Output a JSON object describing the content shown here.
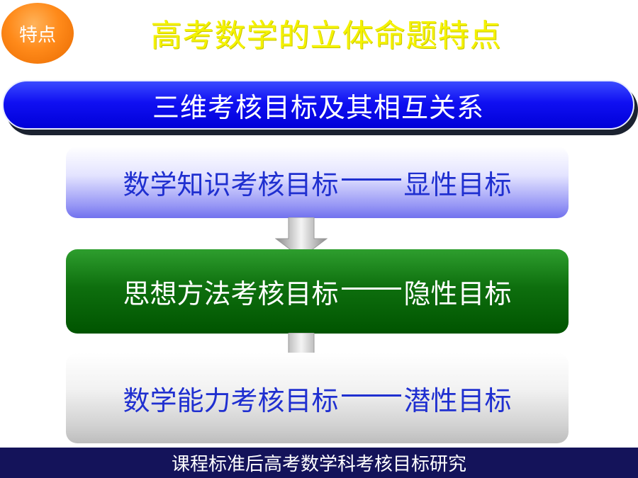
{
  "badge": {
    "label": "特点",
    "color": "#ff8a1a"
  },
  "title": "高考数学的立体命题特点",
  "banner": {
    "label": "三维考核目标及其相互关系",
    "color": "#1010f2"
  },
  "levels": [
    {
      "left": "数学知识考核目标",
      "right": "显性目标"
    },
    {
      "left": "思想方法考核目标",
      "right": "隐性目标"
    },
    {
      "left": "数学能力考核目标",
      "right": "潜性目标"
    }
  ],
  "icons": {
    "connector": "down-arrow-icon"
  },
  "footer": "课程标准后高考数学科考核目标研究"
}
